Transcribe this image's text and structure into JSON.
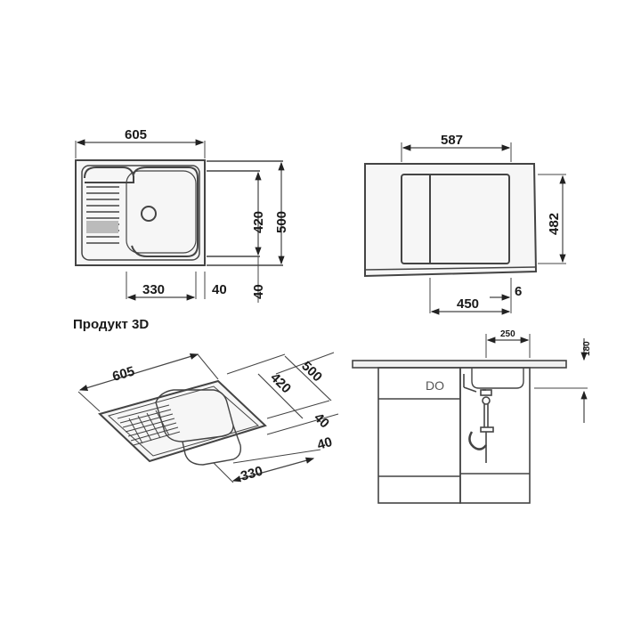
{
  "title": "Продукт 3D",
  "top_view": {
    "width": "605",
    "bowl_width": "330",
    "offset_right": "40",
    "height_total": "500",
    "height_bowl": "420",
    "offset_bottom": "40"
  },
  "cutout_view": {
    "width": "587",
    "height": "482",
    "depth_offset": "450",
    "gap": "6"
  },
  "iso_view": {
    "width": "605",
    "depth_total": "500",
    "depth_bowl": "420",
    "offset_a": "40",
    "offset_b": "40",
    "bowl_width": "330"
  },
  "side_view": {
    "bowl_width": "250",
    "depth": "180",
    "cabinet_label": "DO"
  },
  "colors": {
    "line": "#3a3a3a",
    "text": "#1a1a1a",
    "fill": "#f4f4f4"
  }
}
